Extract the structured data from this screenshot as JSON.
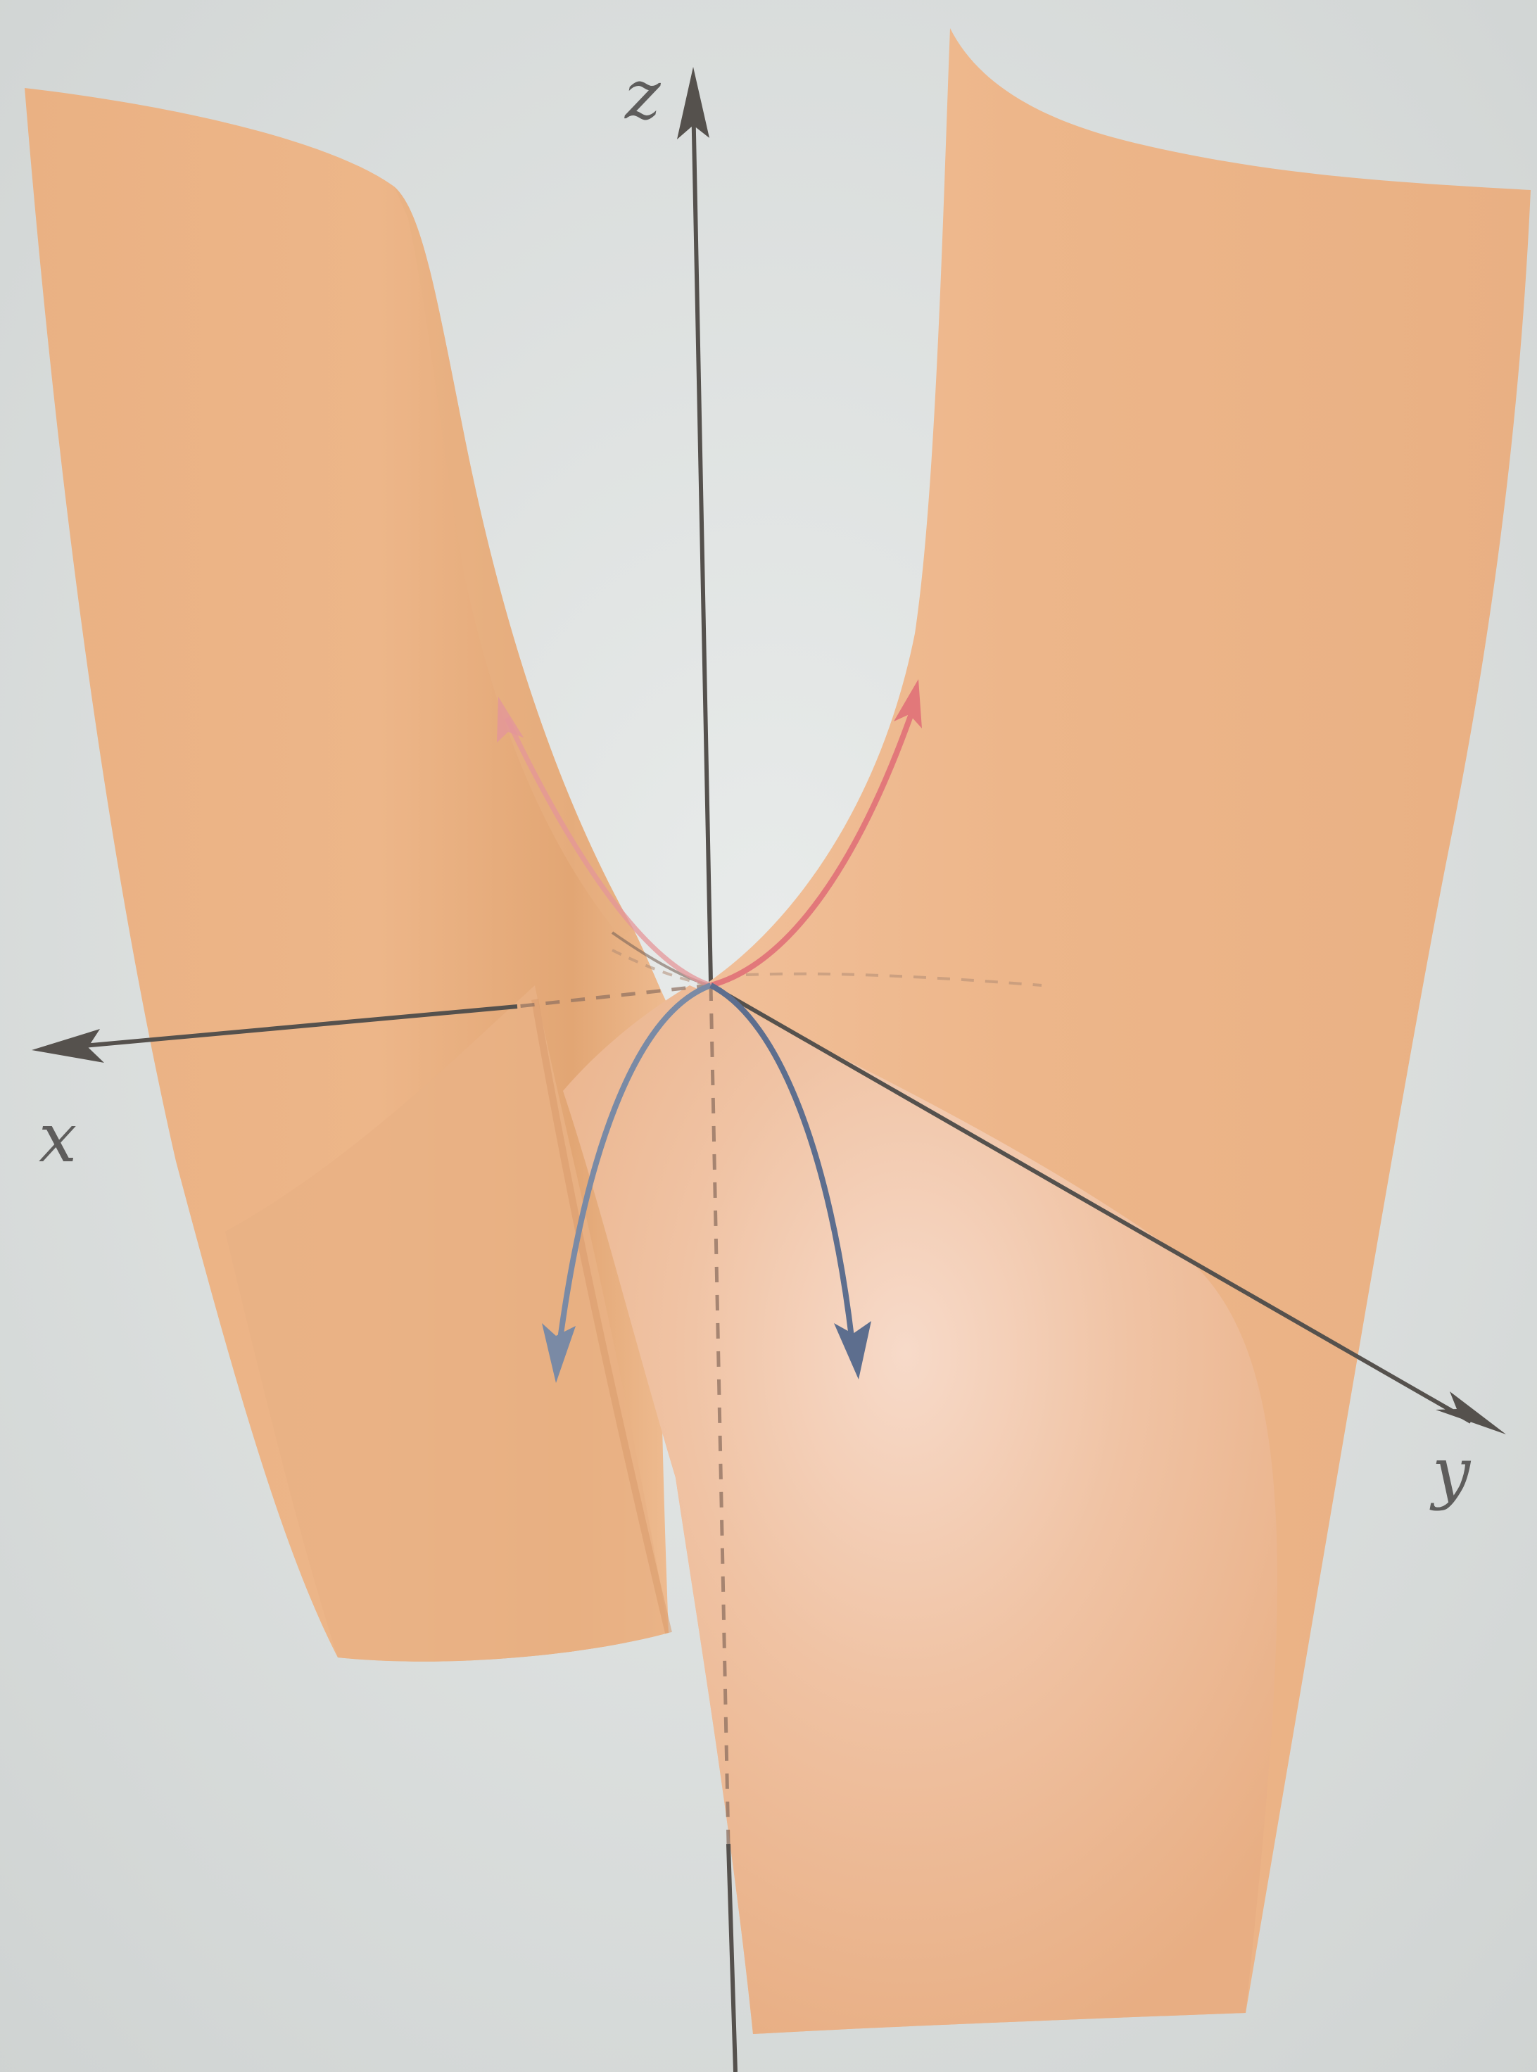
{
  "figure": {
    "description_free": true,
    "axes": {
      "z_label": "z",
      "x_label": "x",
      "y_label": "y"
    },
    "colors": {
      "background": "#dcdfde",
      "surface": "#eeb486",
      "surface_shade": "#e3a777",
      "axis": "#55514d",
      "curve_up": "#e2787a",
      "curve_down": "#6e7f9a"
    }
  }
}
